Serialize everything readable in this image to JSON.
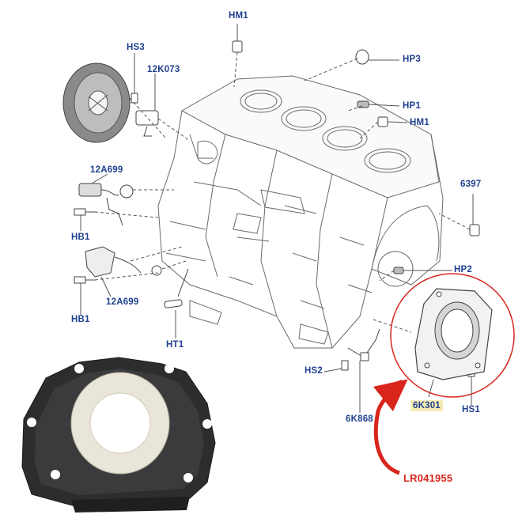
{
  "labels": {
    "HM1_top": "HM1",
    "HS3": "HS3",
    "12K073": "12K073",
    "HP3": "HP3",
    "HP1": "HP1",
    "HM1_right": "HM1",
    "12A699_top": "12A699",
    "6397": "6397",
    "HB1_top": "HB1",
    "HP2": "HP2",
    "12A699_bottom": "12A699",
    "HB1_bottom": "HB1",
    "HT1": "HT1",
    "HS2": "HS2",
    "6K868": "6K868",
    "6K301": "6K301",
    "HS1": "HS1",
    "part_number": "LR041955"
  },
  "colors": {
    "label_blue": "#1f3f8f",
    "highlight": "#f4ebb4",
    "accent_red": "#d9251c",
    "line": "#555555"
  }
}
